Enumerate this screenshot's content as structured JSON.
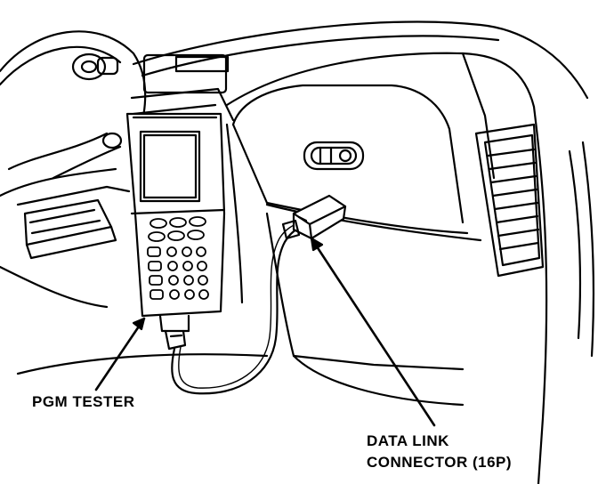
{
  "labels": {
    "pgm_tester": "PGM TESTER",
    "data_link_line1": "DATA LINK",
    "data_link_line2": "CONNECTOR (16P)"
  },
  "colors": {
    "ink": "#000000",
    "paper": "#ffffff"
  }
}
